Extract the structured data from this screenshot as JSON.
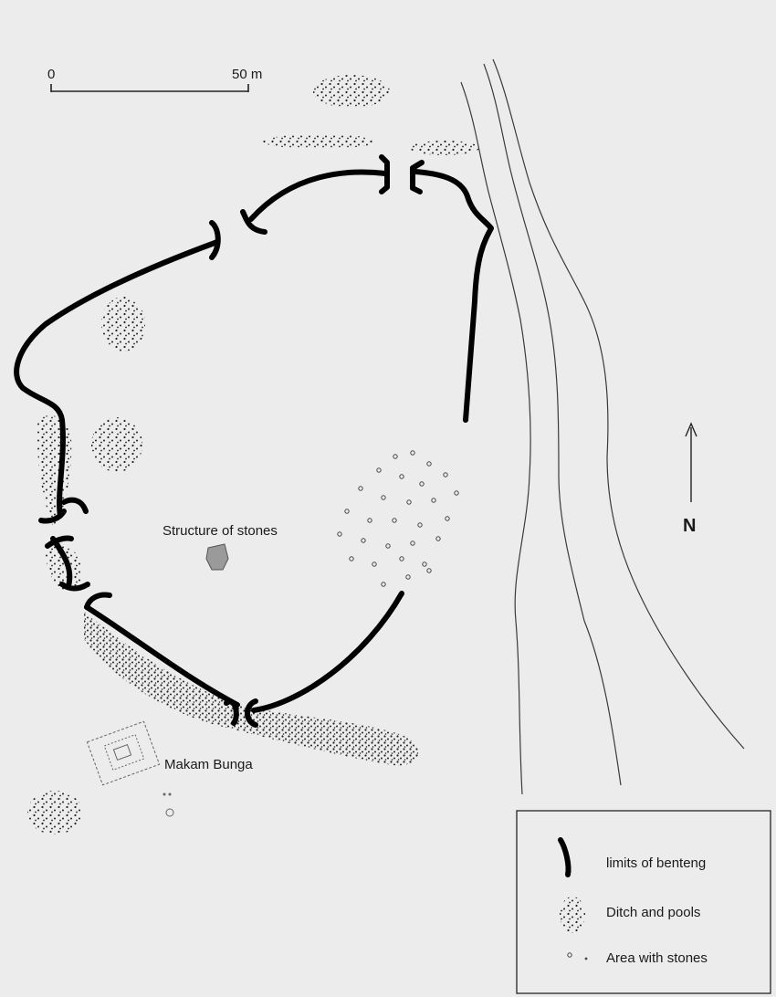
{
  "scale": {
    "start": "0",
    "end": "50 m"
  },
  "north": {
    "label": "N"
  },
  "labels": {
    "structure": "Structure of stones",
    "makam": "Makam Bunga"
  },
  "legend": {
    "items": [
      {
        "label": "limits of benteng",
        "icon": "wall-line-icon"
      },
      {
        "label": "Ditch and pools",
        "icon": "dotted-ditch-icon"
      },
      {
        "label": "Area with stones",
        "icon": "stone-circles-icon"
      }
    ]
  }
}
